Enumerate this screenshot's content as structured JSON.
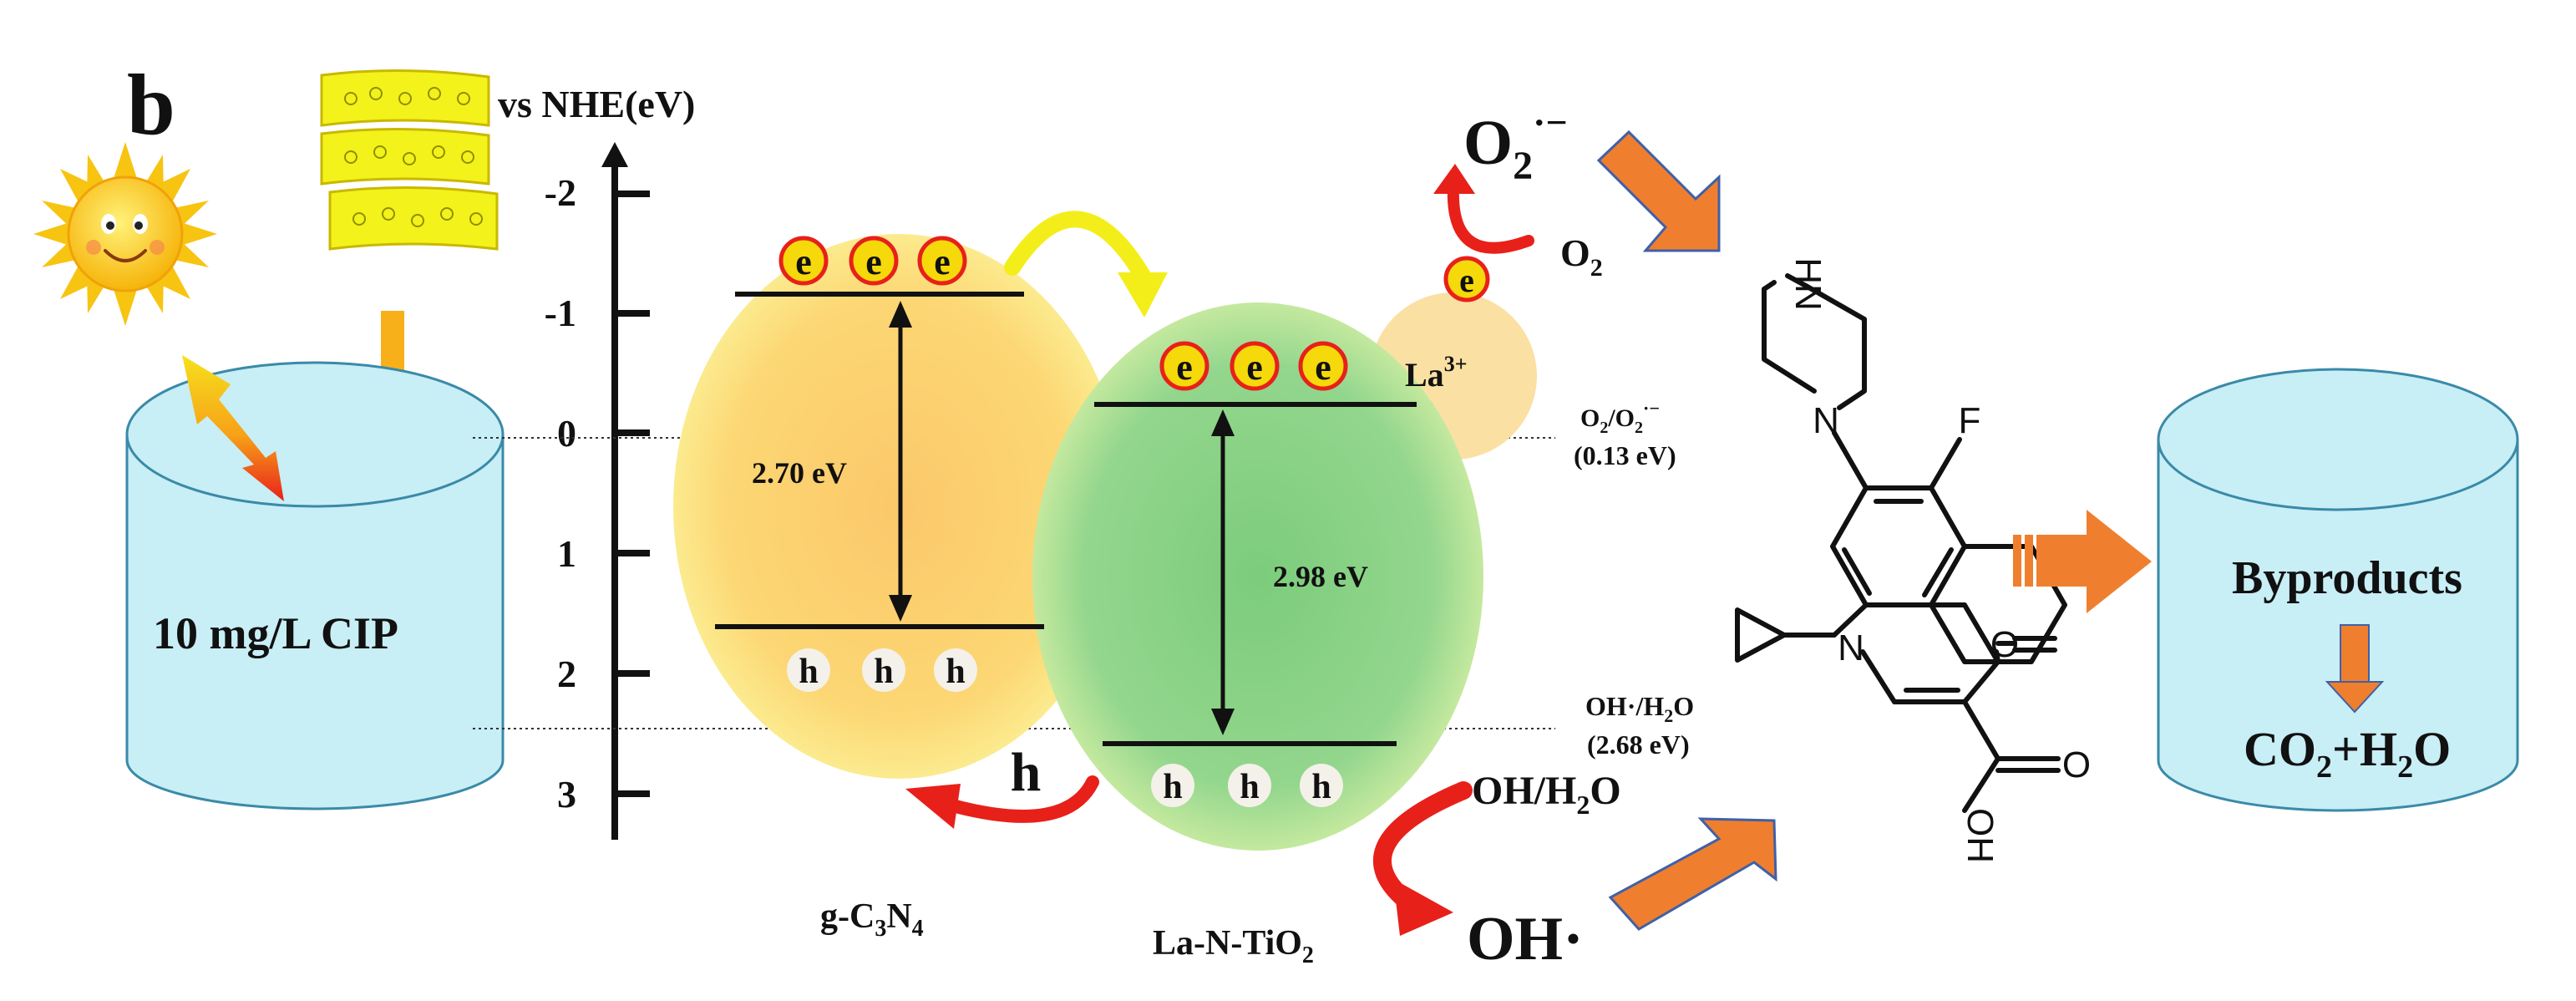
{
  "panel_label": "b",
  "axis": {
    "label": "vs NHE(eV)",
    "ticks": [
      "-2",
      "-1",
      "0",
      "1",
      "2",
      "3"
    ]
  },
  "solution": {
    "label": "10 mg/L CIP"
  },
  "gcn": {
    "label": "g-C",
    "label_sub1": "3",
    "label_mid": "N",
    "label_sub2": "4",
    "bandgap": "2.70 eV",
    "electron": "e",
    "hole": "h"
  },
  "tio2": {
    "label": "La-N-TiO",
    "label_sub": "2",
    "bandgap": "2.98 eV",
    "electron": "e",
    "hole": "h"
  },
  "transfer_hole": "h",
  "la": {
    "label": "La",
    "sup": "3+",
    "electron": "e"
  },
  "o2_reaction": {
    "reactant": "O",
    "reactant_sub": "2",
    "product": "O",
    "product_sub": "2",
    "product_sup": "·−"
  },
  "redox_o2": {
    "line1_a": "O",
    "line1_sub1": "2",
    "line1_b": "/O",
    "line1_sub2": "2",
    "line1_sup": "·−",
    "line2": "(0.13 eV)"
  },
  "redox_oh": {
    "line1_a": "OH·/H",
    "line1_sub": "2",
    "line1_b": "O",
    "line2": "(2.68 eV)"
  },
  "oh_reaction": {
    "reactant_a": "OH/H",
    "reactant_sub": "2",
    "reactant_b": "O",
    "product": "OH·"
  },
  "molecule": {
    "atom_hn": "HN",
    "atom_n1": "N",
    "atom_f": "F",
    "atom_n2": "N",
    "atom_o1": "O",
    "atom_o2": "O",
    "atom_oh": "OH"
  },
  "result_tank": {
    "byproducts": "Byproducts",
    "final_a": "CO",
    "final_sub1": "2",
    "final_b": "+H",
    "final_sub2": "2",
    "final_c": "O"
  },
  "colors": {
    "tank_fill": "#c8eef6",
    "tank_stroke": "#3a8aa8",
    "gcn_fill": "#fdd36e",
    "tio2_fill": "#8fd38b",
    "la_fill": "#fbe0a4",
    "orange_arrow": "#ef7f2e",
    "red_arrow": "#e8201a",
    "yellow_arrow": "#f3ee1a",
    "electron_ring": "#e8201a",
    "electron_fill": "#f5d90a"
  }
}
